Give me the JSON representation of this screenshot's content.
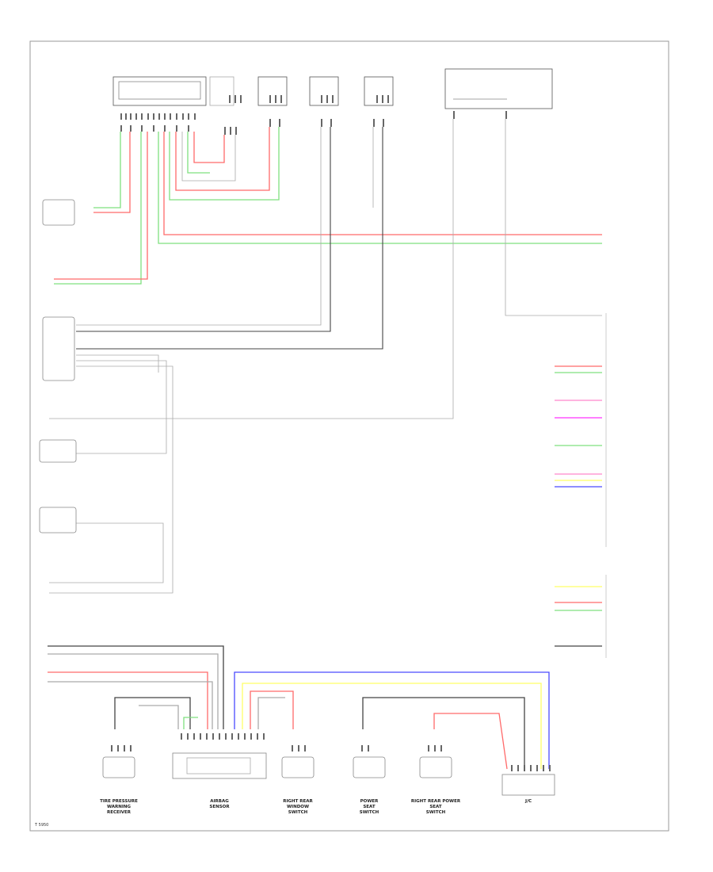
{
  "diagram": {
    "footer_code": "T 5950",
    "colors": {
      "red": "#ff6a6a",
      "green": "#7fe07f",
      "yellow": "#ffff66",
      "blue": "#4a4aff",
      "magenta": "#ff33ff",
      "pink": "#ff88cc",
      "grey": "#9a9a9a",
      "black": "#222222"
    },
    "bottom_components": [
      "TIRE PRESSURE\nWARNING\nRECEIVER",
      "AIRBAG\nSENSOR",
      "RIGHT REAR\nWINDOW\nSWITCH",
      "POWER\nSEAT\nSWITCH",
      "RIGHT REAR POWER\nSEAT\nSWITCH",
      "J/C"
    ]
  }
}
